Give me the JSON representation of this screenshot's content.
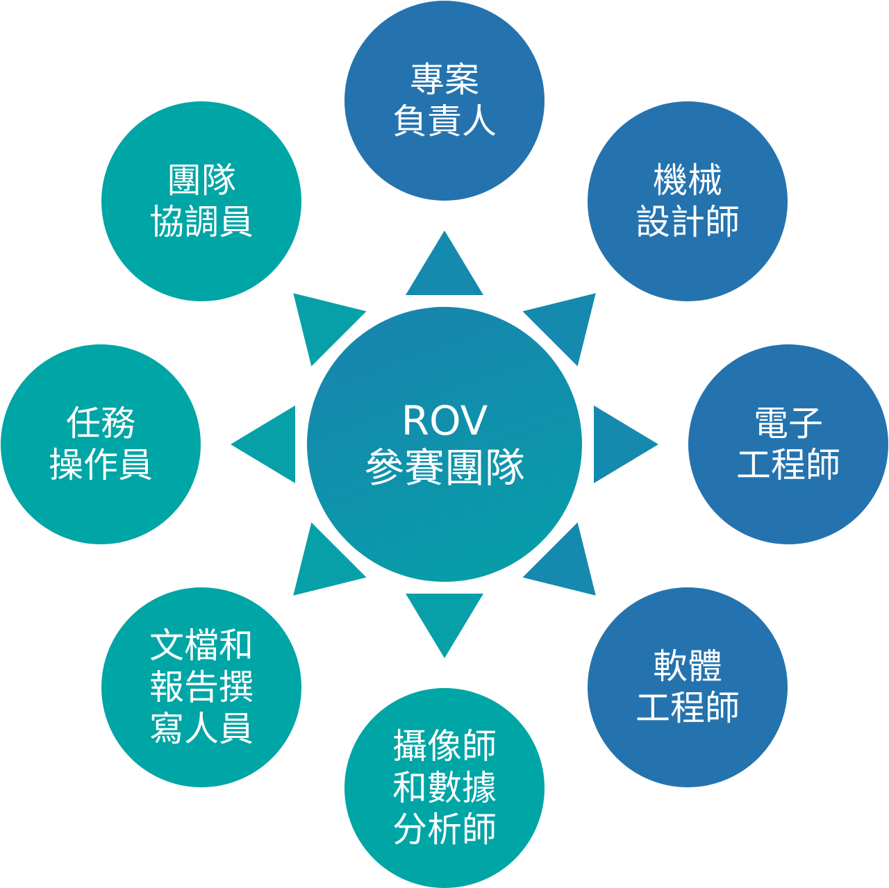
{
  "center": {
    "lines": [
      "ROV",
      "參賽團隊"
    ]
  },
  "roles": [
    {
      "id": "project-lead",
      "lines": [
        "專案",
        "負責人"
      ],
      "color": "#2473AE"
    },
    {
      "id": "mechanical-designer",
      "lines": [
        "機械",
        "設計師"
      ],
      "color": "#2473AE"
    },
    {
      "id": "electronics-engineer",
      "lines": [
        "電子",
        "工程師"
      ],
      "color": "#2473AE"
    },
    {
      "id": "software-engineer",
      "lines": [
        "軟體",
        "工程師"
      ],
      "color": "#2473AE"
    },
    {
      "id": "photographer-data-analyst",
      "lines": [
        "攝像師",
        "和數據",
        "分析師"
      ],
      "color": "#00A5A5"
    },
    {
      "id": "documentation-writer",
      "lines": [
        "文檔和",
        "報告撰",
        "寫人員"
      ],
      "color": "#00A5A5"
    },
    {
      "id": "mission-operator",
      "lines": [
        "任務",
        "操作員"
      ],
      "color": "#00A5A5"
    },
    {
      "id": "team-coordinator",
      "lines": [
        "團隊",
        "協調員"
      ],
      "color": "#00A5A5"
    }
  ]
}
